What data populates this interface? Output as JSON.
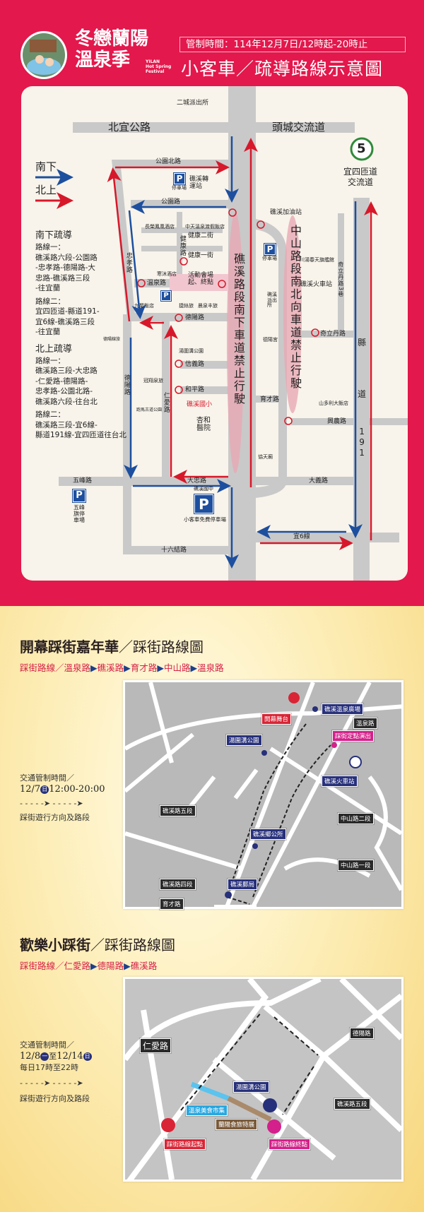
{
  "header": {
    "logo_lines": [
      "冬戀蘭陽",
      "溫泉季"
    ],
    "logo_en": [
      "YILAN",
      "Hot Spring",
      "Festival"
    ],
    "control_time": "管制時間：114年12月7日/12時起-20時止",
    "title": "小客車／疏導路線示意圖"
  },
  "colors": {
    "south": "#1d4f9e",
    "north": "#d7182a",
    "page_red": "#e3184c"
  },
  "legend": {
    "south": "南下",
    "north": "北上"
  },
  "guidance": {
    "south_title": "南下疏導",
    "south_routes": [
      {
        "label": "路線一：",
        "lines": [
          "礁溪路六段-公園路",
          "-忠孝路-德陽路-大",
          "忠路-礁溪路三段",
          "-往宜蘭"
        ]
      },
      {
        "label": "路線二：",
        "lines": [
          "宜四匝道-縣道191-",
          "宜6線-礁溪路三段",
          "-往宜蘭"
        ]
      }
    ],
    "north_title": "北上疏導",
    "north_routes": [
      {
        "label": "路線一：",
        "lines": [
          "礁溪路三段-大忠路",
          "-仁愛路-德陽路-",
          "忠孝路-公園北路-",
          "礁溪路六段-往台北"
        ]
      },
      {
        "label": "路線二：",
        "lines": [
          "礁溪路三段-宜6線-",
          "縣道191線-宜四匝道往台北"
        ]
      }
    ]
  },
  "roads": {
    "beiyi": "北宜公路",
    "toucheng": "頭城交流道",
    "gongyuanbei": "公園北路",
    "gongyuan": "公園路",
    "jiankang2": "健康二街",
    "jiankang": "健康路",
    "jiankang1": "健康一街",
    "zhongxiao": "忠孝路",
    "wenquan": "溫泉路",
    "deyang_h": "德陽路",
    "xinyi": "信義路",
    "heping": "和平路",
    "deyang_v": "德陽路",
    "renai": "仁愛路",
    "wufeng": "五峰路",
    "dazhong": "大忠路",
    "shiliujie": "十六結路",
    "qilidan3": "奇立丹路3巷",
    "qilidan": "奇立丹路",
    "yucai": "育才路",
    "xingnong": "興農路",
    "dayi": "大義路",
    "yi6": "宜6線",
    "county191": [
      "縣",
      "道",
      "1",
      "9",
      "1"
    ]
  },
  "interchange": {
    "number": "5",
    "name": [
      "宜四匝道",
      "交流道"
    ]
  },
  "landmarks": {
    "police_ercheng": "二城派出所",
    "parking": "停車場",
    "bus_station": "礁溪轉運站",
    "hotel_changrong": "長榮鳳凰酒店",
    "hotel_zhongtian": "中天溫泉渡假飯店",
    "hotel_hanmu": "寒沐酒店",
    "venue": "活動會場起、終點",
    "jiuzhen_hotel": "九聚飯店",
    "hotel_jiesi": "捷絲旅",
    "hotel_chenquan": "晨泉丰旅",
    "gas_station": "礁溪加油站",
    "hotel_chuantang": "川湯春天旗艦館",
    "train_station": "礁溪火車站",
    "police_jiaoxi": "礁溪派出所",
    "deyang_temple": "德陽宮",
    "deyang_inn": "德陽線旅",
    "park_tangwei": "湯圍溝公園",
    "hotel_guanxiang": "冠翔泉旅",
    "paoma_park": "跑馬古道公園",
    "school_elem": "礁溪國小",
    "hospital": "杏和醫院",
    "hotel_sandoli": "山多利大飯店",
    "xietian_temple": "協天廟",
    "wufeng_parking": "五峰旗停車場",
    "school_junior": "礁溪國中",
    "free_parking": "小客車免費停車場"
  },
  "banned": {
    "jiaoxi": "礁溪路段南下車道禁止行駛",
    "zhongshan": "中山路段南北向車道禁止行駛"
  },
  "parade1": {
    "title_bold": "開幕踩街嘉年華",
    "title_rest": "／踩街路線圖",
    "route_label": "踩街路線／",
    "route": [
      "溫泉路",
      "礁溪路",
      "育才路",
      "中山路",
      "溫泉路"
    ],
    "control_label": "交通管制時間／",
    "control_date": "12/7",
    "control_day": "日",
    "control_hours": "12:00-20:00",
    "legend_text": "踩街遊行方向及路段",
    "labels": {
      "stage": "開幕舞台",
      "plaza": "礁溪溫泉廣場",
      "wenquan": "溫泉路",
      "perform": "踩街定點演出",
      "park": "湯圍溝公園",
      "station": "礁溪火車站",
      "jiaoxi5": "礁溪路五段",
      "zhongshan2": "中山路二段",
      "township": "礁溪鄉公所",
      "zhongshan1": "中山路一段",
      "jiaoxi4": "礁溪路四段",
      "post": "礁溪郵局",
      "yucai": "育才路"
    }
  },
  "parade2": {
    "title_bold": "歡樂小踩街",
    "title_rest": "／踩街路線圖",
    "route_label": "踩街路線／",
    "route": [
      "仁愛路",
      "德陽路",
      "礁溪路"
    ],
    "control_label": "交通管制時間／",
    "date_from": "12/8",
    "day_from": "一",
    "to": "至",
    "date_to": "12/14",
    "day_to": "日",
    "daily": "每日17時至22時",
    "legend_text": "踩街遊行方向及路段",
    "labels": {
      "renai": "仁愛路",
      "deyang": "德陽路",
      "jiaoxi5": "礁溪路五段",
      "park": "湯圍溝公園",
      "market": "溫泉美食市集",
      "expo": "蘭陽食旅特展",
      "start": "踩街路線起點",
      "end": "踩街路線終點"
    }
  }
}
